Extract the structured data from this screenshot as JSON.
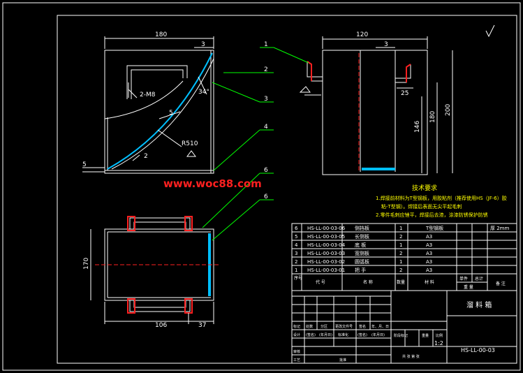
{
  "watermark": "www.woc88.com",
  "dimensions": {
    "d180": "180",
    "d3_front": "3",
    "d2m8": "2-M8",
    "d34": "34°",
    "d5": "5",
    "dR510": "R510",
    "d2": "2",
    "d5_left": "5",
    "d120": "120",
    "d3_side": "3",
    "d25": "25",
    "d146": "146",
    "d180v": "180",
    "d200": "200",
    "d170": "170",
    "d106": "106",
    "d37": "37"
  },
  "balloons": [
    "1",
    "2",
    "3",
    "4",
    "6",
    "6"
  ],
  "notes": {
    "title": "技术要求",
    "line1": "1.焊接前材料为T型钢板，用胶粘剂（推荐使用HS（JF-6）胶",
    "line2": "粘-T型钢）。焊接后表面无尖平起毛刺",
    "line3": "2.零件毛刺应锉平，焊接后去渣，涂漆防锈保护防锈"
  },
  "bom": {
    "rows": [
      {
        "no": "6",
        "code": "HS-LL-00-03-06",
        "name": "侧挡板",
        "qty": "1",
        "material": "T型钢板",
        "note": "厚 2mm"
      },
      {
        "no": "5",
        "code": "HS-LL-00-03-05",
        "name": "长侧板",
        "qty": "2",
        "material": "A3",
        "note": ""
      },
      {
        "no": "4",
        "code": "HS-LL-00-03-04",
        "name": "底 板",
        "qty": "1",
        "material": "A3",
        "note": ""
      },
      {
        "no": "3",
        "code": "HS-LL-00-03-03",
        "name": "宽侧板",
        "qty": "2",
        "material": "A3",
        "note": ""
      },
      {
        "no": "2",
        "code": "HS-LL-00-03-02",
        "name": "圆弧板",
        "qty": "1",
        "material": "A3",
        "note": ""
      },
      {
        "no": "1",
        "code": "HS-LL-00-03-01",
        "name": "把 手",
        "qty": "2",
        "material": "A3",
        "note": ""
      }
    ],
    "header": {
      "no": "序号",
      "code": "代 号",
      "name": "名 称",
      "qty": "数量",
      "material": "材 料",
      "unit_weight": "单件",
      "total_weight": "总计",
      "weight": "重 量",
      "note": "备 注"
    }
  },
  "title_block": {
    "r1": [
      "标记",
      "处数",
      "分区",
      "更改文件号",
      "签名",
      "年、月、日"
    ],
    "r2": [
      "设计",
      "(签名)",
      "(年月日)",
      "标准化",
      "(签名)",
      "(年月日)"
    ],
    "stage_label": "阶段标记",
    "weight_label": "重量",
    "scale_label": "比例",
    "scale": "1:2",
    "review": "审核",
    "process": "工艺",
    "approve": "批准",
    "sheets": "共  张  第  张",
    "drawing_name": "溜 料 箱",
    "drawing_code": "HS-LL-00-03"
  }
}
